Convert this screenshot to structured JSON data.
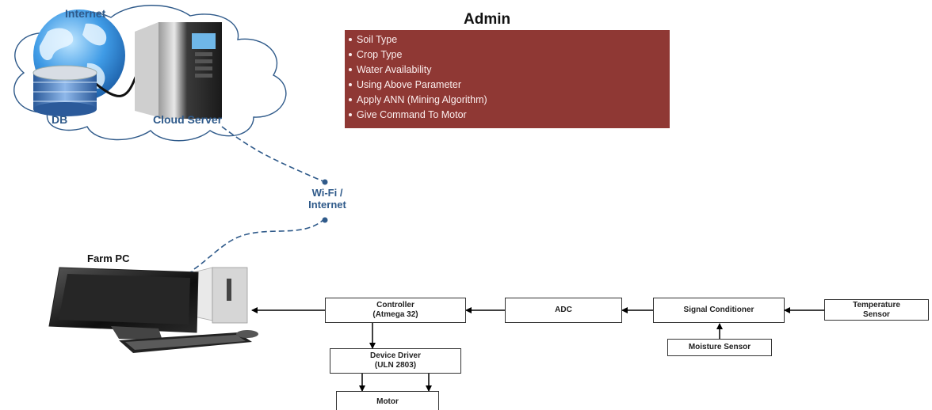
{
  "cloud": {
    "internet_label": "Internet",
    "db_label": "DB",
    "server_label": "Cloud Server"
  },
  "admin": {
    "title": "Admin",
    "items": [
      "Soil Type",
      "Crop Type",
      "Water Availability",
      "Using Above Parameter",
      "Apply ANN (Mining Algorithm)",
      "Give Command To Motor"
    ],
    "panel_color": "#8f3834"
  },
  "link": {
    "line1": "Wi-Fi /",
    "line2": "Internet"
  },
  "farm_pc": {
    "label": "Farm PC"
  },
  "blocks": {
    "controller": {
      "line1": "Controller",
      "line2": "(Atmega 32)"
    },
    "adc": {
      "label": "ADC"
    },
    "signal_conditioner": {
      "label": "Signal Conditioner"
    },
    "temperature_sensor": {
      "line1": "Temperature",
      "line2": "Sensor"
    },
    "moisture_sensor": {
      "label": "Moisture Sensor"
    },
    "device_driver": {
      "line1": "Device Driver",
      "line2": "(ULN 2803)"
    },
    "motor": {
      "label": "Motor"
    }
  },
  "colors": {
    "connector_blue": "#2f5a8a",
    "accent_blue": "#2d7fd0"
  }
}
